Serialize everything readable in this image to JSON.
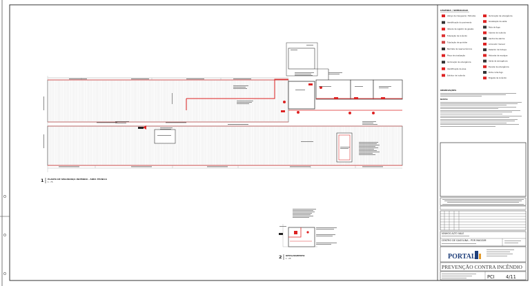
{
  "legend": {
    "title": "LEGENDA / SIMBOLOGIA",
    "left_items": [
      "Abrigo de mangueira / Hidrante",
      "Identificação do pavimento",
      "Válvula de registro de gaveta",
      "Tubulação de incêndio",
      "Tubulação de sprinkler",
      "Barrilete da reserva técnica",
      "Placa de sinalização",
      "Iluminação de emergência",
      "Identificação de área",
      "Extintor de incêndio"
    ],
    "right_items": [
      "Iluminação de emergência",
      "Sinalização de saída",
      "Rota de fuga",
      "Alarme de incêndio",
      "Central de alarme",
      "Acionador manual",
      "Detector de fumaça",
      "Hidrante de recalque",
      "Saída de emergência",
      "Escada de emergência",
      "Porta corta-fogo",
      "Brigada de incêndio"
    ]
  },
  "notes": {
    "title": "OBSERVAÇÕES",
    "notes2_title": "NOTAS"
  },
  "title_block": {
    "owner_label": "VINHOS ALTO VALE",
    "project_label": "CENTRO DE GASOLINA - POR MAGGIM",
    "company_name": "PORTAL",
    "discipline": "PREVENÇÃO CONTRA INCÊNDIO",
    "sheet_code": "PCI",
    "sheet_number": "4/11"
  },
  "drawings": {
    "main_number": "1",
    "main_title": "PLANTA DE SEGURANÇA INCÊNDIO - ÁREA TÉCNICA",
    "main_scale": "1 : 75",
    "detail_number": "2",
    "detail_title": "DETALHAMENTO",
    "detail_scale": "1 : 25"
  }
}
